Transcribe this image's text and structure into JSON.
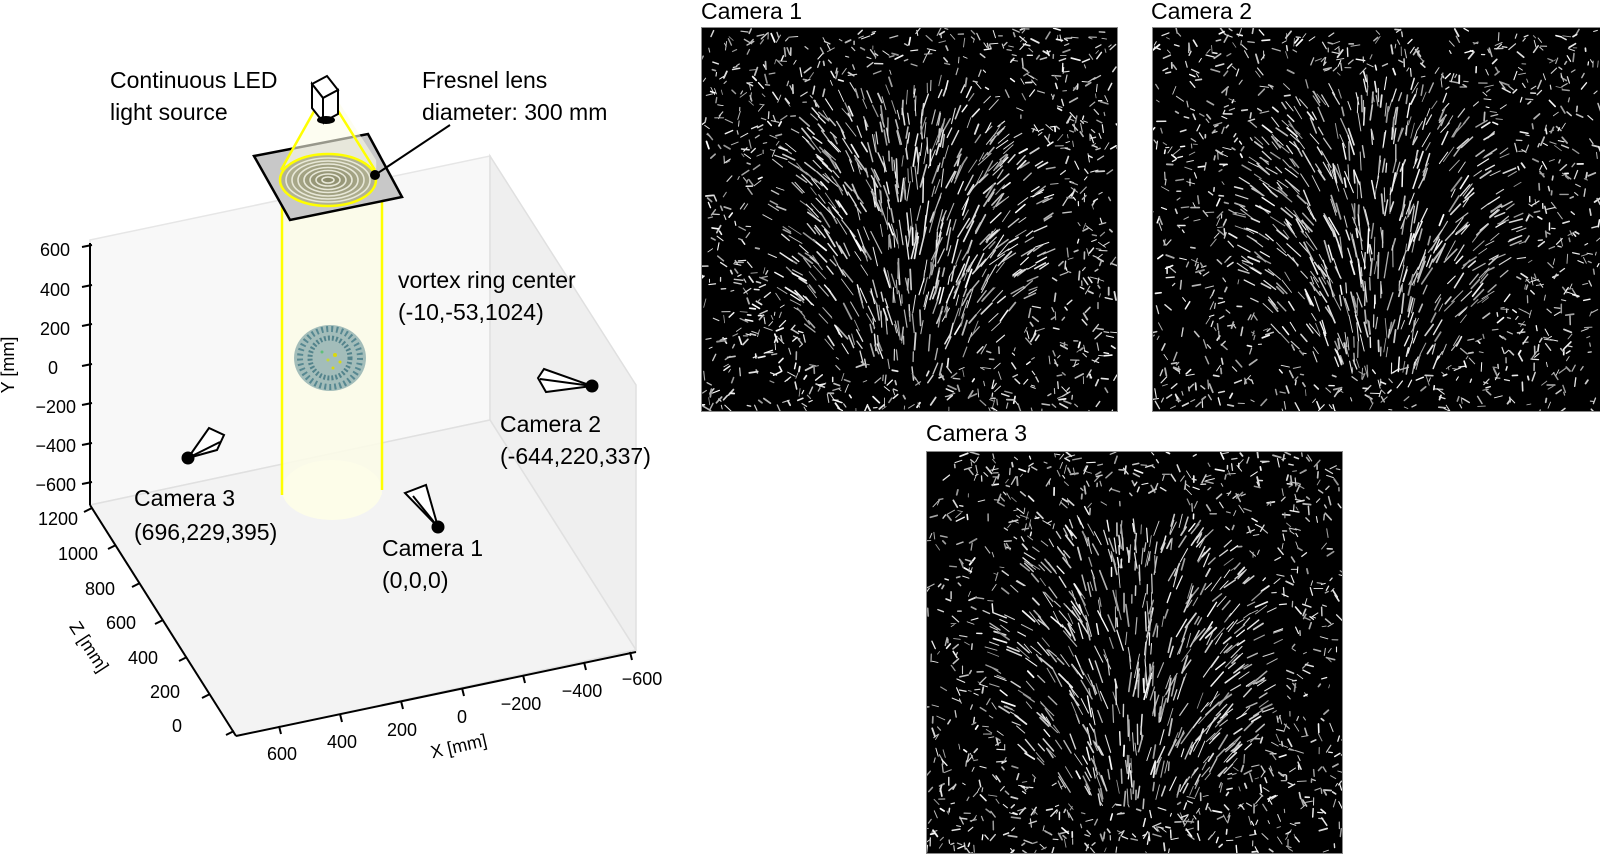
{
  "figure": {
    "left_panel": {
      "labels": {
        "light_source_line1": "Continuous LED",
        "light_source_line2": "light source",
        "lens_line1": "Fresnel lens",
        "lens_line2": "diameter: 300 mm",
        "vortex_line1": "vortex ring center",
        "vortex_line2": "(-10,-53,1024)",
        "camera1_name": "Camera 1",
        "camera1_pos": "(0,0,0)",
        "camera2_name": "Camera 2",
        "camera2_pos": "(-644,220,337)",
        "camera3_name": "Camera 3",
        "camera3_pos": "(696,229,395)"
      },
      "axes": {
        "y_label": "Y [mm]",
        "y_ticks": [
          "600",
          "400",
          "200",
          "0",
          "−200",
          "−400",
          "−600"
        ],
        "z_label": "Z [mm]",
        "z_ticks": [
          "1200",
          "1000",
          "800",
          "600",
          "400",
          "200",
          "0"
        ],
        "x_label": "X [mm]",
        "x_ticks": [
          "600",
          "400",
          "200",
          "0",
          "−200",
          "−400",
          "−600"
        ]
      },
      "colors": {
        "light_beam": "#ffff00",
        "beam_fill": "#fbfbe6",
        "lens_plate": "#c8c8c8",
        "particles": "#4a7f8a",
        "particles_core": "#d9d90f",
        "box_face": "#f2f2f2"
      }
    },
    "camera_views": [
      {
        "title": "Camera 1"
      },
      {
        "title": "Camera 2"
      },
      {
        "title": "Camera 3"
      }
    ]
  }
}
